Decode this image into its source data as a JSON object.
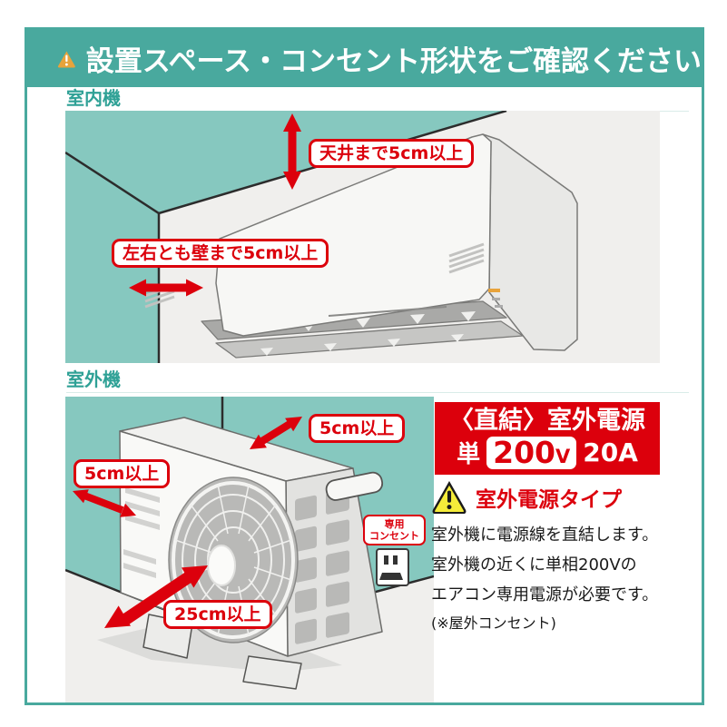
{
  "header": {
    "title": "設置スペース・コンセント形状をご確認ください",
    "warning_icon": "orange-warning-triangle",
    "exclamation": "!"
  },
  "indoor": {
    "section_label": "室内機",
    "ceiling_clearance": "天井まで5cm以上",
    "side_clearance": "左右とも壁まで5cm以上"
  },
  "outdoor": {
    "section_label": "室外機",
    "top_clearance": "5cm以上",
    "left_clearance": "5cm以上",
    "front_clearance": "25cm以上",
    "outlet_label_line1": "専用",
    "outlet_label_line2": "コンセント"
  },
  "power_panel": {
    "title": "〈直結〉室外電源",
    "phase": "単",
    "voltage": "200",
    "voltage_unit": "V",
    "amperage": "20A",
    "type_title": "室外電源タイプ",
    "type_warning_icon": "yellow-warning-triangle",
    "description_lines": [
      "室外機に電源線を直結します。",
      "室外機の近くに単相200Vの",
      "エアコン専用電源が必要です。",
      "(※屋外コンセント)"
    ]
  },
  "colors": {
    "frame_teal": "#49a99e",
    "wall_teal": "#86c8bf",
    "accent_red": "#dc000c",
    "warning_orange": "#e8a33b",
    "warning_yellow": "#f5ec3a"
  }
}
